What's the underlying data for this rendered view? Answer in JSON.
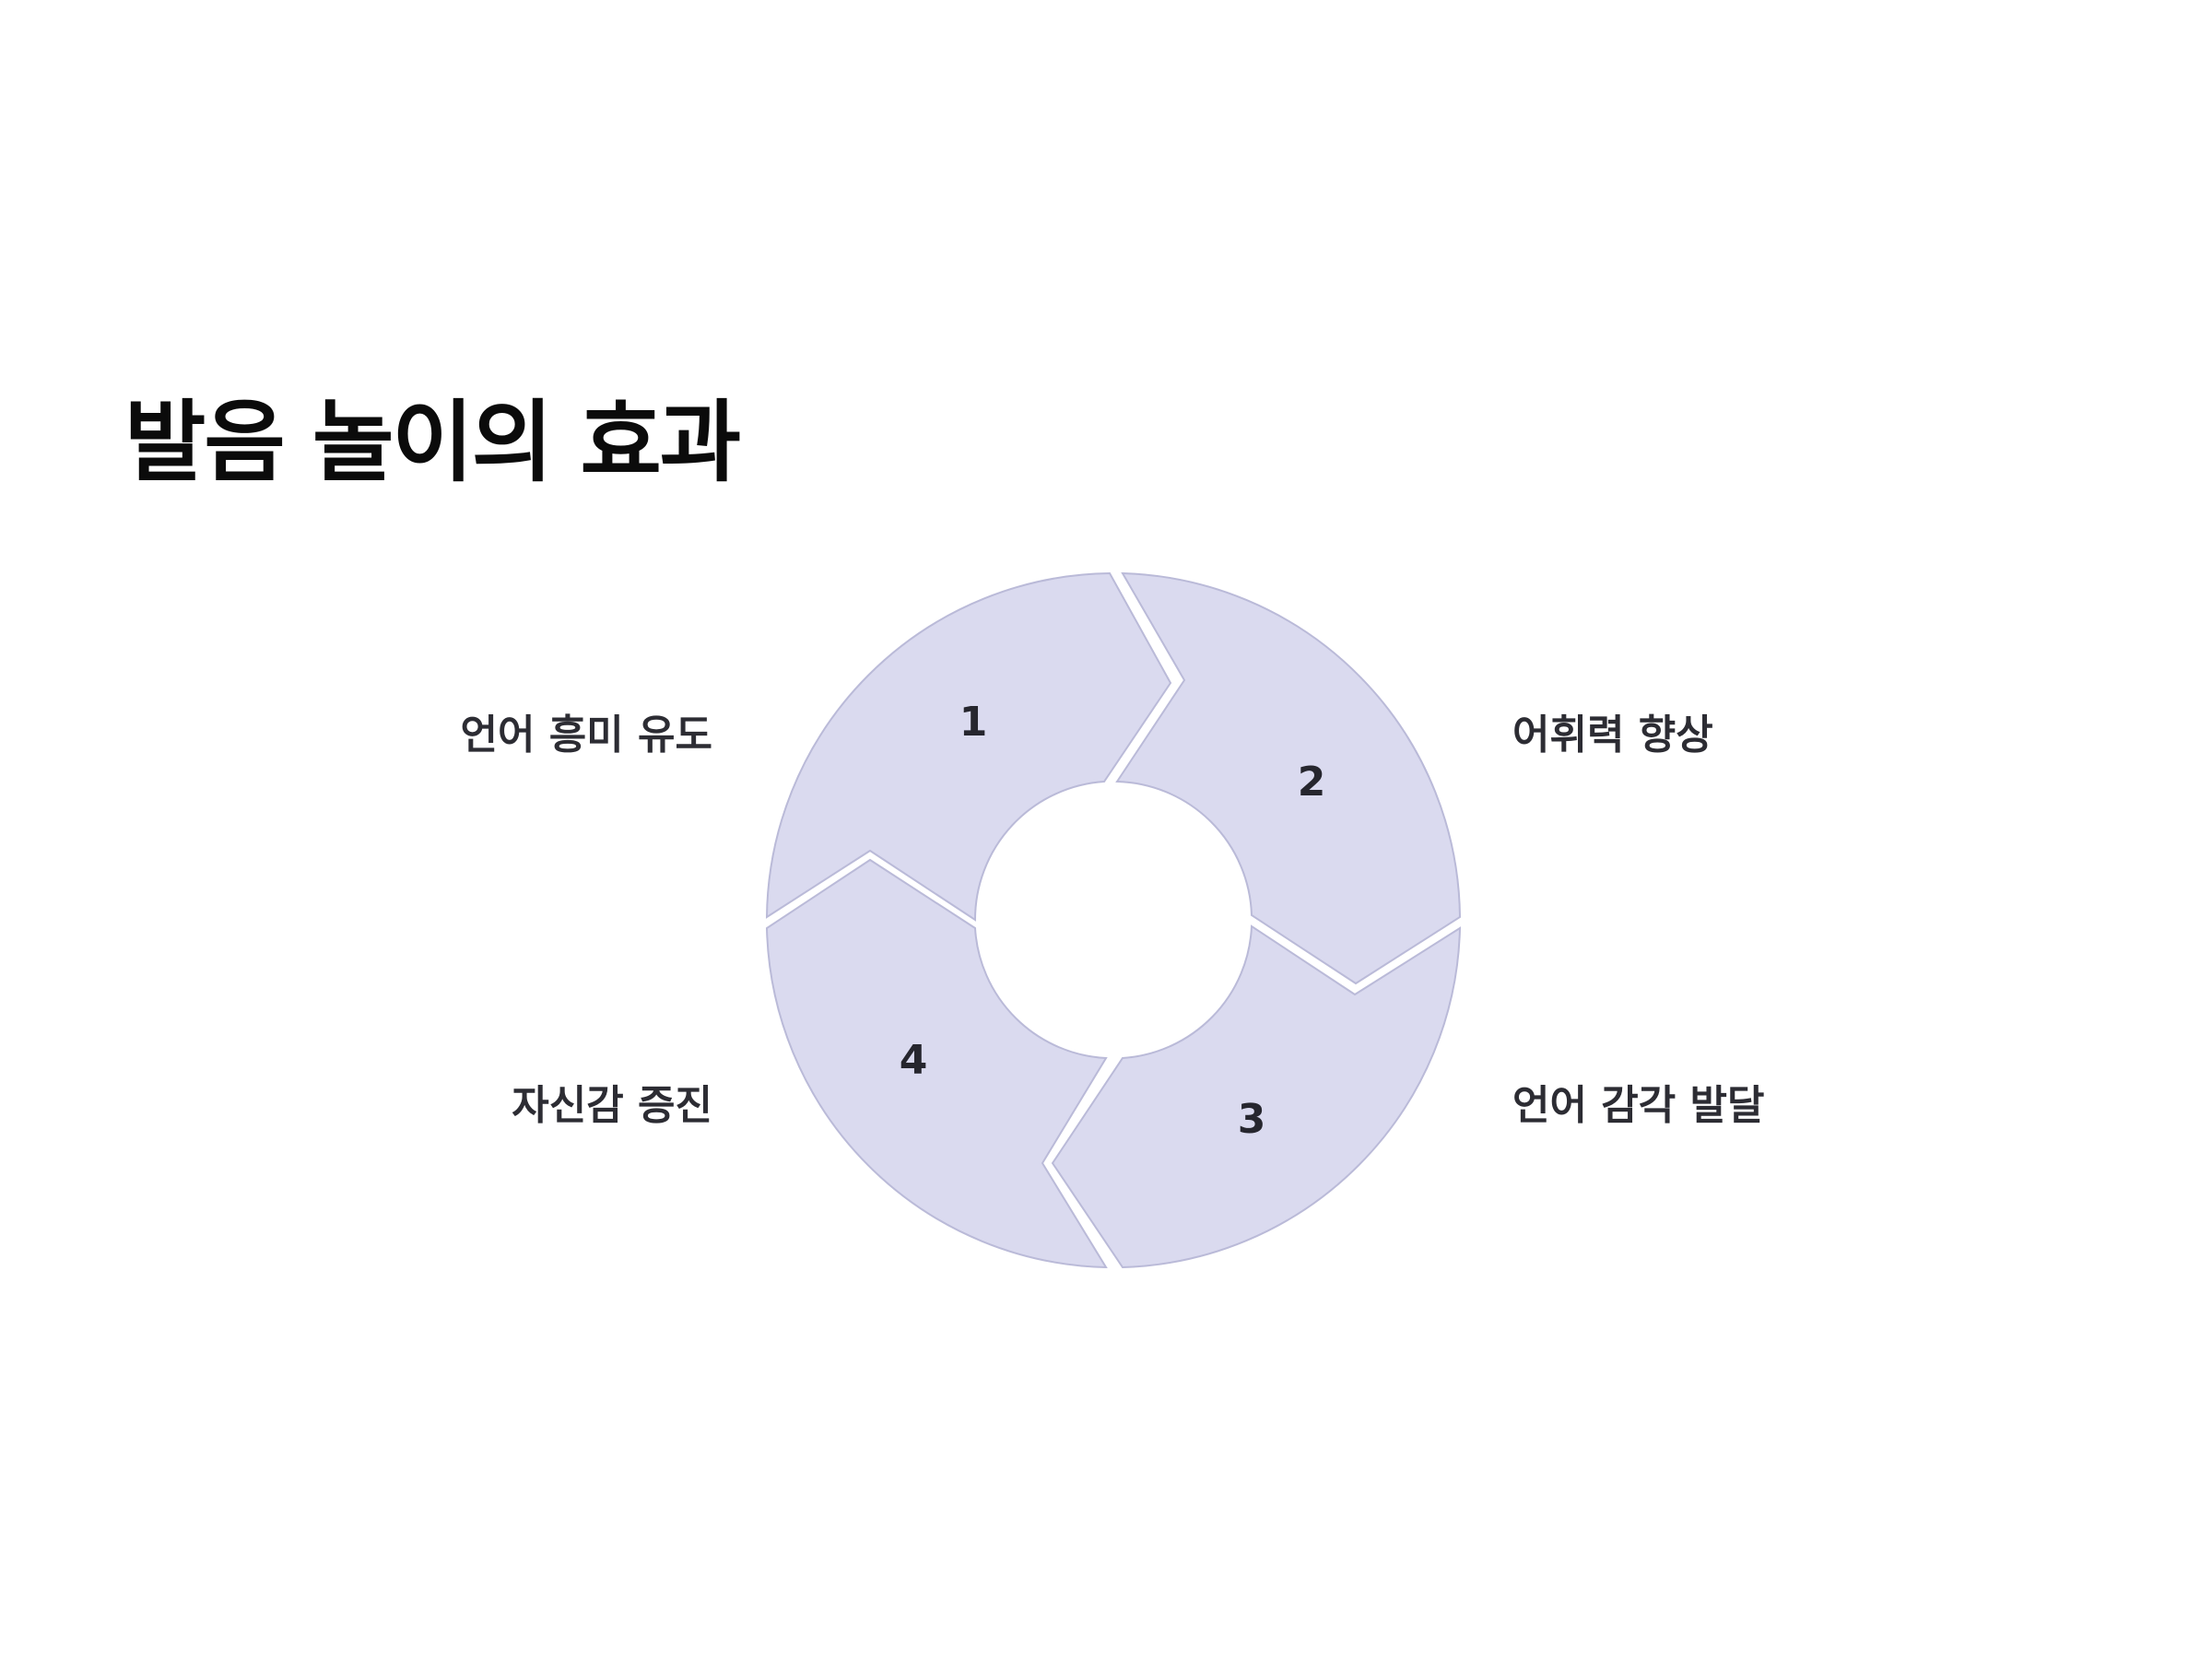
{
  "title": "발음 놀이의 효과",
  "colors": {
    "segment_fill": "#dadaef",
    "segment_stroke": "#babad8",
    "text": "#26262e"
  },
  "steps": [
    {
      "number": "1",
      "label": "언어 흥미 유도"
    },
    {
      "number": "2",
      "label": "어휘력 향상"
    },
    {
      "number": "3",
      "label": "언어 감각 발달"
    },
    {
      "number": "4",
      "label": "자신감 증진"
    }
  ]
}
